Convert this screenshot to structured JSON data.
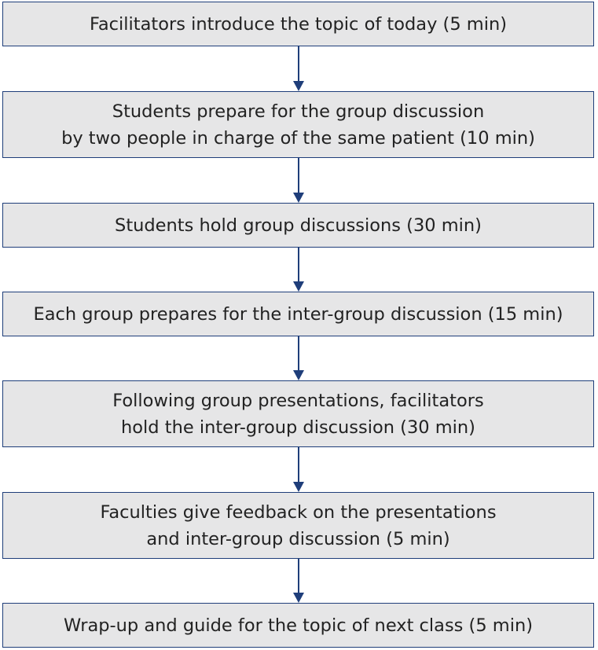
{
  "colors": {
    "box_fill": "#e6e6e7",
    "box_border": "#1f3e7a",
    "arrow": "#1f3e7a",
    "text": "#222222"
  },
  "steps": [
    {
      "lines": [
        "Facilitators introduce the topic of today (5 min)"
      ]
    },
    {
      "lines": [
        "Students prepare for the group discussion",
        "by two people in charge of the same patient (10 min)"
      ]
    },
    {
      "lines": [
        "Students hold group discussions (30 min)"
      ]
    },
    {
      "lines": [
        "Each group prepares for the inter-group discussion (15 min)"
      ]
    },
    {
      "lines": [
        "Following group presentations, facilitators",
        "hold the inter-group discussion (30 min)"
      ]
    },
    {
      "lines": [
        "Faculties give feedback on the presentations",
        "and inter-group discussion (5 min)"
      ]
    },
    {
      "lines": [
        "Wrap-up and guide for the topic of next class (5 min)"
      ]
    }
  ]
}
